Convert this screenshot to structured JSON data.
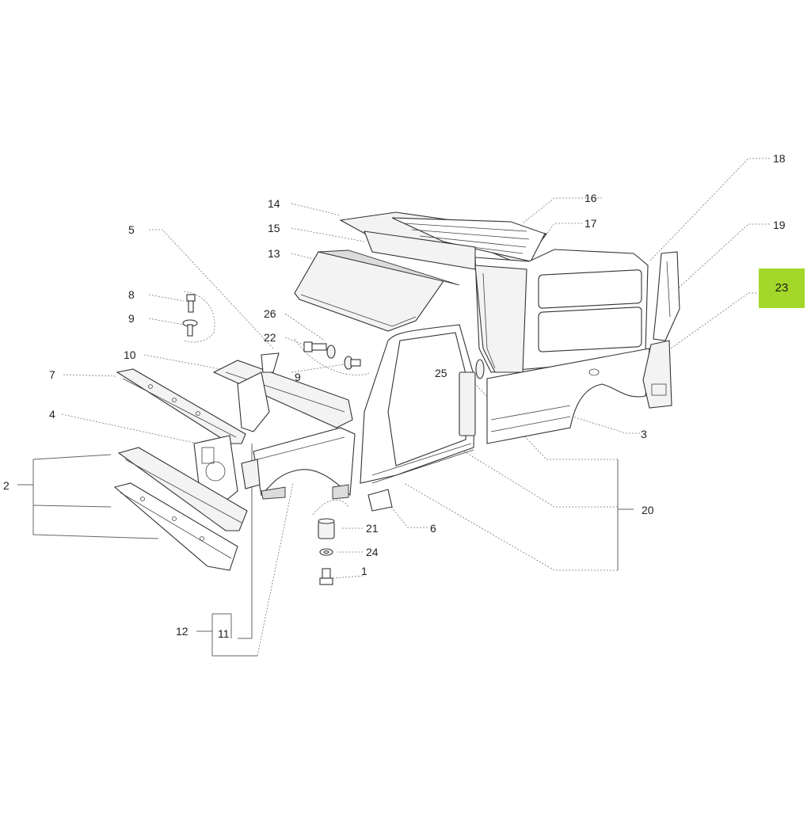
{
  "diagram": {
    "highlight_color": "#a3d82b",
    "callouts": [
      {
        "id": "c1",
        "label": "1"
      },
      {
        "id": "c2",
        "label": "2"
      },
      {
        "id": "c3",
        "label": "3"
      },
      {
        "id": "c4",
        "label": "4"
      },
      {
        "id": "c5",
        "label": "5"
      },
      {
        "id": "c6",
        "label": "6"
      },
      {
        "id": "c7",
        "label": "7"
      },
      {
        "id": "c8",
        "label": "8"
      },
      {
        "id": "c9a",
        "label": "9"
      },
      {
        "id": "c9b",
        "label": "9"
      },
      {
        "id": "c10",
        "label": "10"
      },
      {
        "id": "c11",
        "label": "11"
      },
      {
        "id": "c12",
        "label": "12"
      },
      {
        "id": "c13",
        "label": "13"
      },
      {
        "id": "c14",
        "label": "14"
      },
      {
        "id": "c15",
        "label": "15"
      },
      {
        "id": "c16",
        "label": "16"
      },
      {
        "id": "c17",
        "label": "17"
      },
      {
        "id": "c18",
        "label": "18"
      },
      {
        "id": "c19",
        "label": "19"
      },
      {
        "id": "c20",
        "label": "20"
      },
      {
        "id": "c21",
        "label": "21"
      },
      {
        "id": "c22",
        "label": "22"
      },
      {
        "id": "c23",
        "label": "23",
        "highlighted": true
      },
      {
        "id": "c24",
        "label": "24"
      },
      {
        "id": "c25",
        "label": "25"
      },
      {
        "id": "c26",
        "label": "26"
      }
    ]
  }
}
